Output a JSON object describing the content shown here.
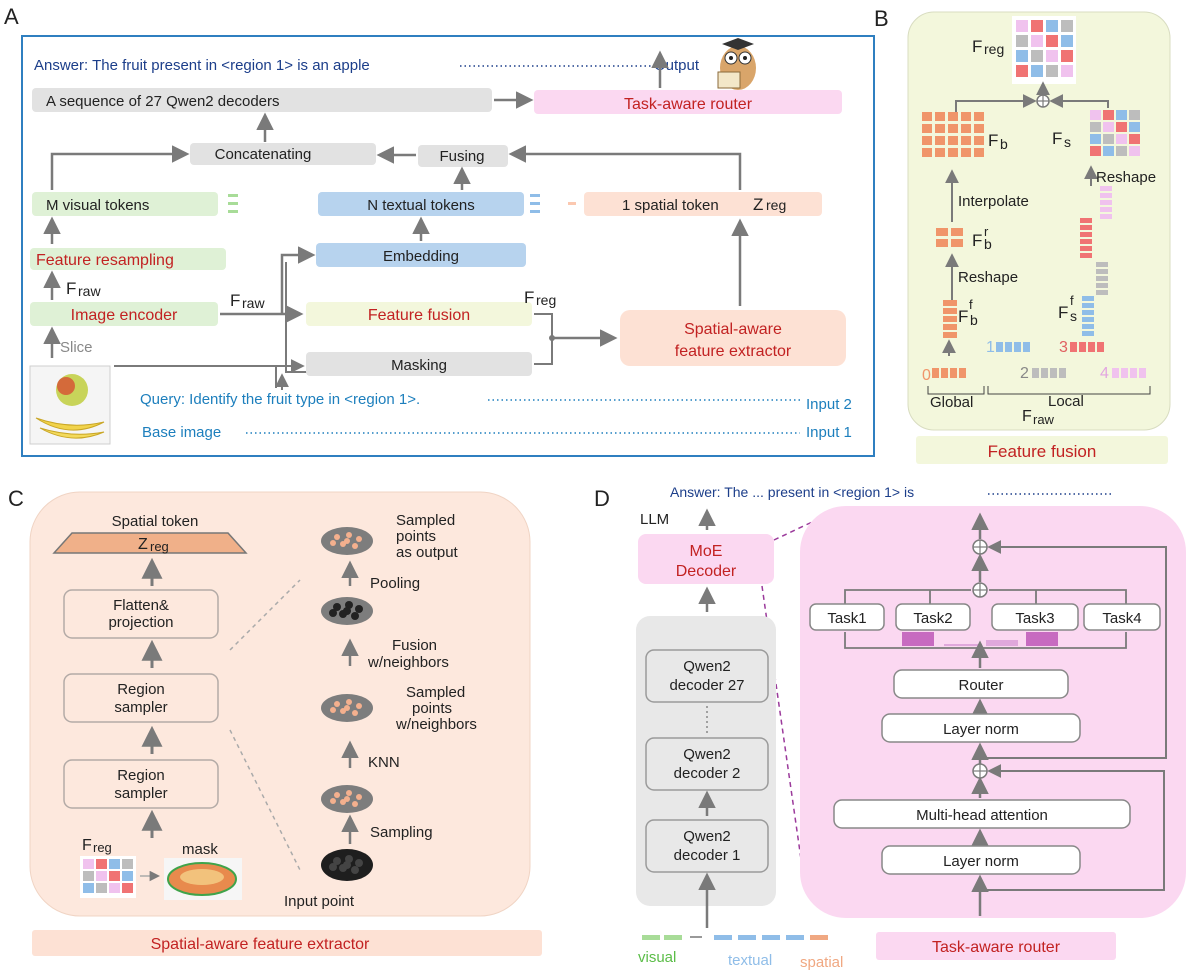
{
  "panel_letters": {
    "a": "A",
    "b": "B",
    "c": "C",
    "d": "D"
  },
  "colors": {
    "frame_blue": "#2f7fc0",
    "gray_box": "#e2e2e2",
    "green_box": "#dff1d6",
    "blue_box": "#b7d3ee",
    "pink_box": "#fbd8f1",
    "peach_box": "#fde1d4",
    "yellow_box": "#f3f7dc",
    "red_text": "#c22222",
    "blue_text": "#1d7fbd",
    "navy_text": "#1c3e8a",
    "arrow": "#7a7a7a",
    "orange_block": "#f0956a",
    "blue_block": "#8fbde8",
    "gray_block": "#bdbdbd",
    "red_block": "#f07373",
    "lilac_block": "#f0c2ee",
    "magenta_bar": "#c76bc0"
  },
  "panel_a": {
    "answer": "Answer: The fruit present in <region 1> is an apple",
    "output": "Output",
    "decoders": "A sequence of 27 Qwen2 decoders",
    "router": "Task-aware router",
    "concatenating": "Concatenating",
    "fusing": "Fusing",
    "visual_tokens": "M visual tokens",
    "textual_tokens": "N  textual tokens",
    "spatial_token": "1 spatial token",
    "zreg": "Z",
    "zreg_sub": "reg",
    "feature_resampling": "Feature resampling",
    "embedding": "Embedding",
    "fraw1": "F",
    "fraw1_sub": "raw",
    "fraw2": "F",
    "fraw2_sub": "raw",
    "freg": "F",
    "freg_sub": "reg",
    "image_encoder": "Image encoder",
    "feature_fusion": "Feature fusion",
    "spatial_extractor_line1": "Spatial-aware",
    "spatial_extractor_line2": "feature extractor",
    "slice": "Slice",
    "masking": "Masking",
    "query": "Query: Identify the fruit type in <region 1>.",
    "input2": "Input 2",
    "base_image": "Base image",
    "input1": "Input 1"
  },
  "panel_b": {
    "freg": "F",
    "freg_sub": "reg",
    "fb": "F",
    "fb_sub": "b",
    "fs": "F",
    "fs_sub": "s",
    "reshape_top": "Reshape",
    "interpolate": "Interpolate",
    "fbr": "F",
    "fbr_sub": "b",
    "fbr_sup": "r",
    "reshape_mid": "Reshape",
    "fbf": "F",
    "fbf_sub": "b",
    "fbf_sup": "f",
    "fsf": "F",
    "fsf_sub": "s",
    "fsf_sup": "f",
    "idx0": "0",
    "idx1": "1",
    "idx2": "2",
    "idx3": "3",
    "idx4": "4",
    "global": "Global",
    "local": "Local",
    "fraw": "F",
    "fraw_sub": "raw",
    "caption": "Feature fusion"
  },
  "panel_c": {
    "spatial_token": "Spatial token",
    "zreg": "Z",
    "zreg_sub": "reg",
    "flatten1": "Flatten&",
    "flatten2": "projection",
    "sampler_top1": "Region",
    "sampler_top2": "sampler",
    "sampler_bot1": "Region",
    "sampler_bot2": "sampler",
    "freg": "F",
    "freg_sub": "reg",
    "mask": "mask",
    "sampled_out1": "Sampled",
    "sampled_out2": "points",
    "sampled_out3": "as output",
    "pooling": "Pooling",
    "fusion1": "Fusion",
    "fusion2": "w/neighbors",
    "sampled_nb1": "Sampled",
    "sampled_nb2": "points",
    "sampled_nb3": "w/neighbors",
    "knn": "KNN",
    "sampling": "Sampling",
    "input_point": "Input point",
    "caption": "Spatial-aware feature extractor"
  },
  "panel_d": {
    "answer": "Answer: The ... present in <region 1> is",
    "llm": "LLM",
    "moe1": "MoE",
    "moe2": "Decoder",
    "dec27a": "Qwen2",
    "dec27b": "decoder 27",
    "dec2a": "Qwen2",
    "dec2b": "decoder 2",
    "dec1a": "Qwen2",
    "dec1b": "decoder 1",
    "task1": "Task1",
    "task2": "Task2",
    "task3": "Task3",
    "task4": "Task4",
    "router": "Router",
    "layer_norm_top": "Layer norm",
    "mha": "Multi-head attention",
    "layer_norm_bot": "Layer norm",
    "legend_visual": "visual",
    "legend_textual": "textual",
    "legend_spatial": "spatial",
    "caption": "Task-aware router"
  }
}
